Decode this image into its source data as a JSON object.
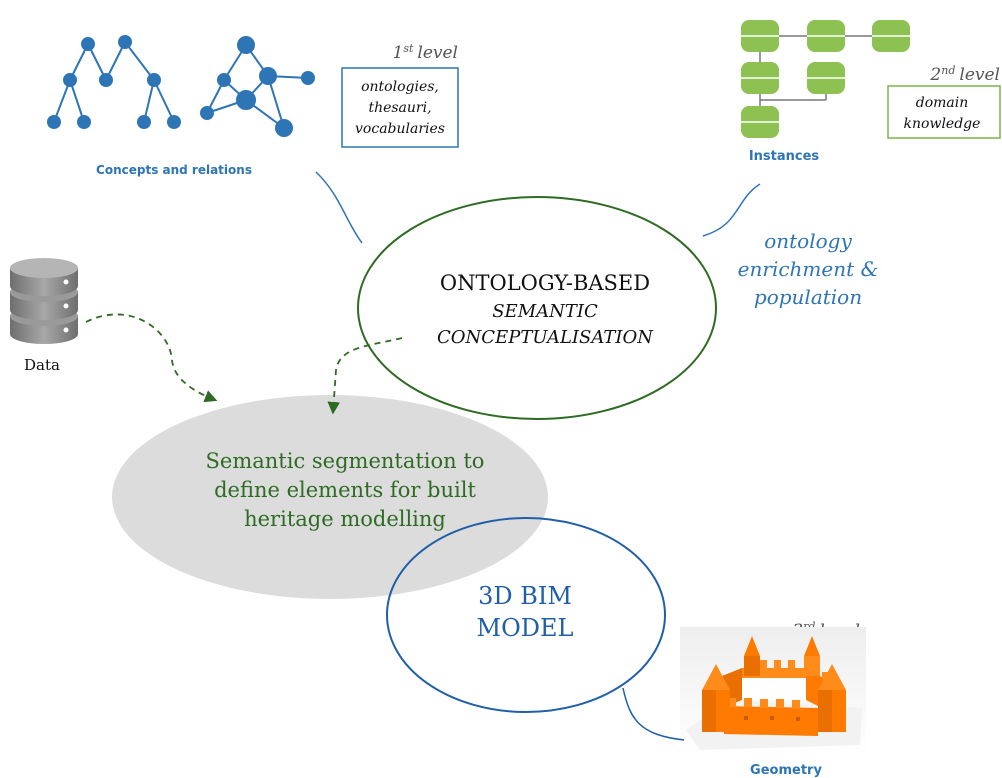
{
  "levels": {
    "first": {
      "num": "1",
      "sup": "st",
      "word": "level"
    },
    "second": {
      "num": "2",
      "sup": "nd",
      "word": "level"
    },
    "third": {
      "num": "3",
      "sup": "rd",
      "word": "level"
    }
  },
  "first_level_box": [
    "ontologies,",
    "thesauri,",
    "vocabularies"
  ],
  "second_level_box": [
    "domain",
    "knowledge"
  ],
  "concepts_label": "Concepts and relations",
  "instances_label": "Instances",
  "data_label": "Data",
  "geometry_label": "Geometry",
  "ontology_ellipse": {
    "title": "ONTOLOGY-BASED",
    "line2": "SEMANTIC",
    "line3": "CONCEPTUALISATION"
  },
  "enrichment": [
    "ontology",
    "enrichment &",
    "population"
  ],
  "segmentation": [
    "Semantic segmentation to",
    "define elements for built",
    "heritage modelling"
  ],
  "bim": [
    "3D BIM",
    "MODEL"
  ],
  "colors": {
    "blue": "#2e75b6",
    "dark_blue": "#1f5fa8",
    "green": "#2e6b23",
    "light_green": "#7ab648",
    "node_green": "#8dc152",
    "grey_fill": "#dcdcdc",
    "orange": "#ff7a00",
    "gray_text": "#555555"
  },
  "icons": {
    "concept_trees": "tree-graph-icon",
    "concept_network": "network-graph-icon",
    "instances": "instance-graph-icon",
    "data": "database-icon",
    "geometry": "castle-3d-icon"
  }
}
